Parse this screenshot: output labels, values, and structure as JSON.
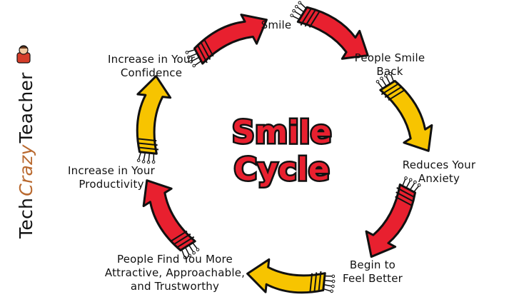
{
  "diagram": {
    "title_line1": "Smile",
    "title_line2": "Cycle",
    "title_color": "#e8202f",
    "arrow_colors": {
      "red": "#e8202f",
      "yellow": "#f7c400",
      "outline": "#111111"
    },
    "steps": [
      {
        "line1": "Smile",
        "line2": ""
      },
      {
        "line1": "People Smile",
        "line2": "Back"
      },
      {
        "line1": "Reduces Your",
        "line2": "Anxiety"
      },
      {
        "line1": "Begin to",
        "line2": "Feel Better"
      },
      {
        "line1": "People Find You More",
        "line2": "Attractive, Approachable,",
        "line3": "and Trustworthy"
      },
      {
        "line1": "Increase in Your",
        "line2": "Productivity"
      },
      {
        "line1": "Increase in Your",
        "line2": "Confidence"
      }
    ]
  },
  "watermark": {
    "part1": "Tech",
    "part2": "Crazy",
    "part3": "Teacher",
    "part2_color": "#b9692f"
  }
}
